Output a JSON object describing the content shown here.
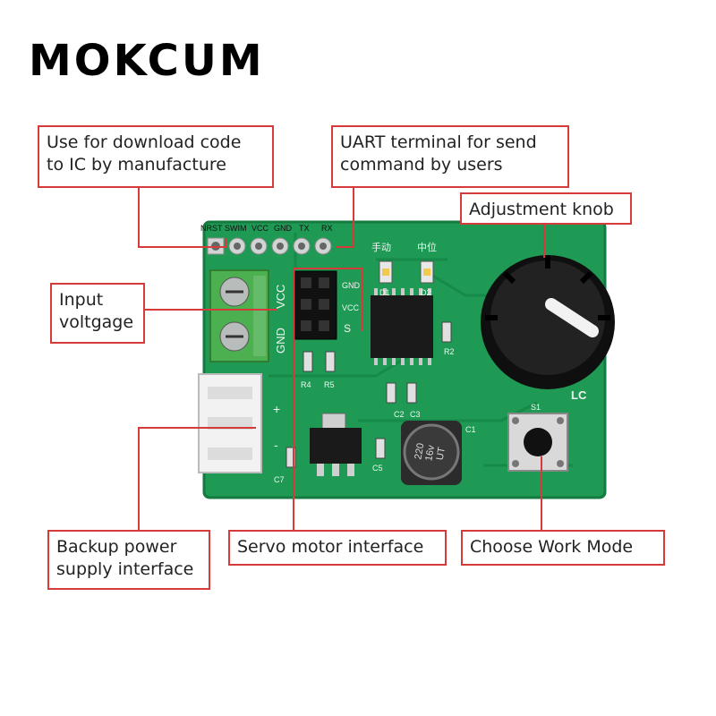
{
  "brand": "MOKCUM",
  "callouts": {
    "download": "Use for download code\nto IC by manufacture",
    "uart": "UART terminal for send\ncommand by users",
    "knob": "Adjustment knob",
    "input": "Input\nvoltgage",
    "backup": "Backup power\nsupply interface",
    "servo": "Servo motor interface",
    "mode": "Choose Work Mode"
  },
  "board": {
    "pin_labels": [
      "NRST",
      "SWIM",
      "VCC",
      "GND",
      "TX",
      "RX"
    ],
    "silk": {
      "cn_left": "手动",
      "cn_right": "中位",
      "vcc_vertical": "VCC",
      "gnd_vertical": "GND",
      "servo_gnd": "GND",
      "servo_vcc": "VCC",
      "servo_s": "S",
      "d1": "D1",
      "d2": "D2",
      "r2": "R2",
      "r4": "R4",
      "r5": "R5",
      "c2": "C2",
      "c3": "C3",
      "c1": "C1",
      "c5": "C5",
      "c7": "C7",
      "s1": "S1",
      "lc": "LC",
      "plus": "+",
      "minus": "-"
    },
    "capacitor_text": "220\n16v\nUT"
  },
  "colors": {
    "callout_border": "#d63b3b",
    "pcb": "#1f9a55",
    "pcb_edge": "#137a40",
    "knob": "#1a1a1a",
    "terminal": "#4caf50"
  }
}
